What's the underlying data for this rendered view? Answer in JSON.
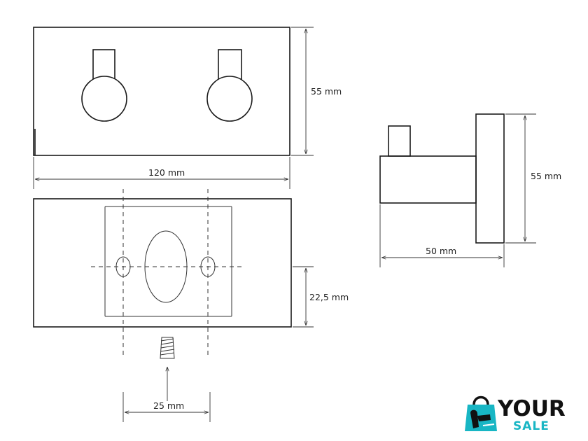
{
  "dimensions": {
    "front_height": "55 mm",
    "front_width": "120 mm",
    "side_height": "55 mm",
    "side_depth": "50 mm",
    "mount_offset": "22,5 mm",
    "screw_spacing": "25 mm"
  },
  "logo": {
    "line1": "YOUR",
    "line2": "SALE",
    "accent_color": "#18b6c4",
    "icon": "shopping-bag-hand-icon"
  }
}
